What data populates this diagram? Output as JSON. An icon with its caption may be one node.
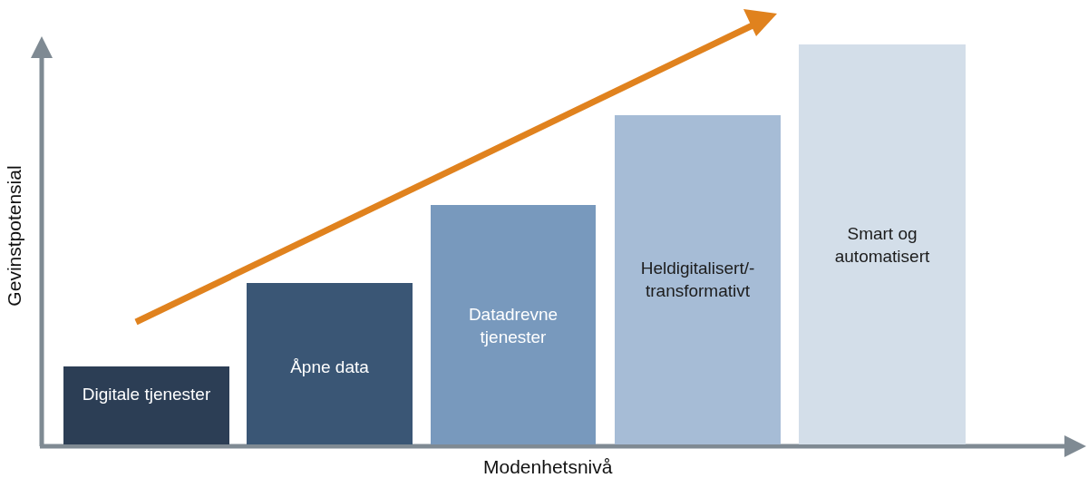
{
  "diagram": {
    "nodes": [
      {
        "text": [
          "Digitale tjenester"
        ]
      },
      {
        "text": [
          "Åpne data"
        ]
      },
      {
        "text": [
          "Datadrevne tjenester"
        ]
      },
      {
        "text": [
          "Heldigitalisert/-transformativt"
        ]
      },
      {
        "text": [
          "Smart og automatisert"
        ]
      }
    ],
    "edges": [],
    "labels": [
      "Gevinstpotensial",
      "Modenhetsnivå"
    ]
  }
}
